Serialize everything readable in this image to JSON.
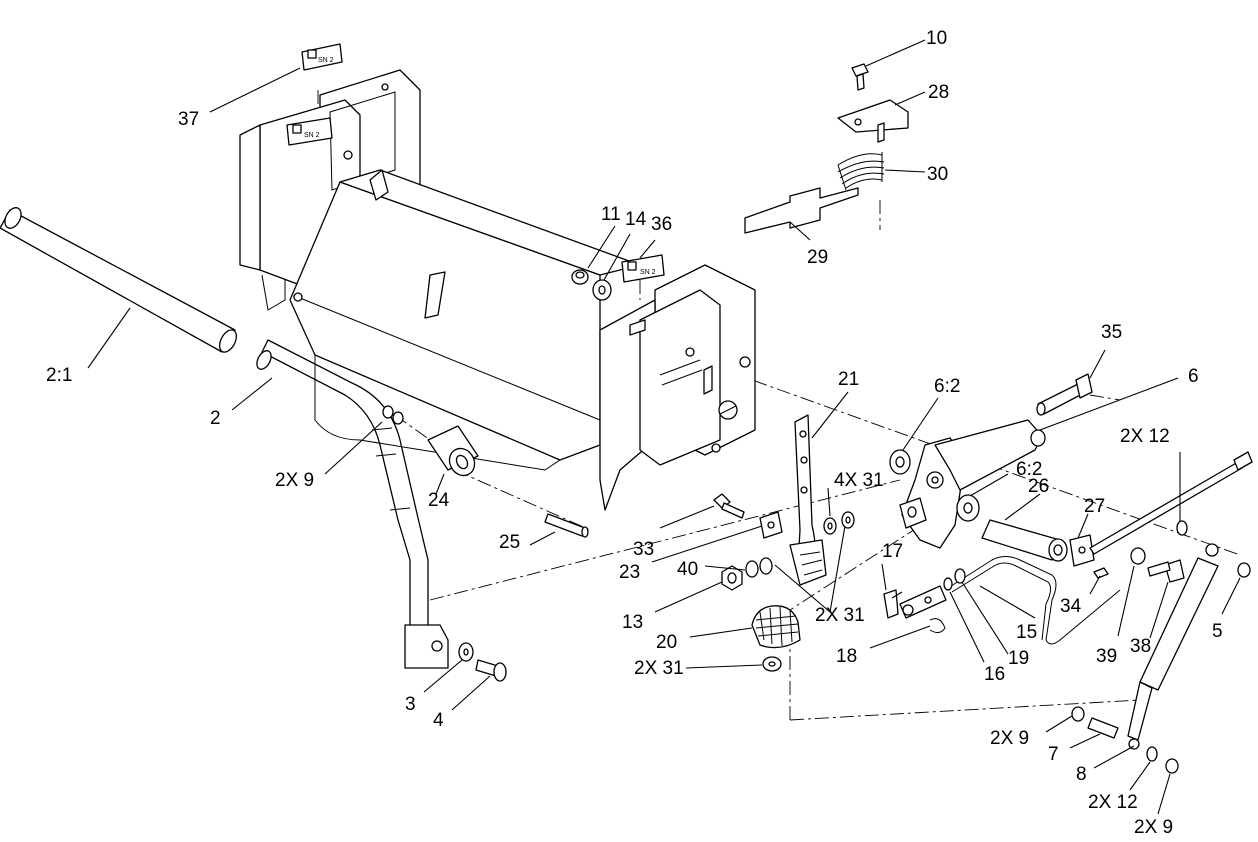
{
  "callouts": [
    {
      "id": "c37",
      "text": "37"
    },
    {
      "id": "c10",
      "text": "10"
    },
    {
      "id": "c28",
      "text": "28"
    },
    {
      "id": "c30",
      "text": "30"
    },
    {
      "id": "c29",
      "text": "29"
    },
    {
      "id": "c11",
      "text": "11"
    },
    {
      "id": "c14",
      "text": "14"
    },
    {
      "id": "c36",
      "text": "36"
    },
    {
      "id": "c35",
      "text": "35"
    },
    {
      "id": "c2_1",
      "text": "2:1"
    },
    {
      "id": "c21",
      "text": "21"
    },
    {
      "id": "c6_2a",
      "text": "6:2"
    },
    {
      "id": "c6",
      "text": "6"
    },
    {
      "id": "c2",
      "text": "2"
    },
    {
      "id": "c2x12a",
      "text": "2X 12"
    },
    {
      "id": "c2x9a",
      "text": "2X 9"
    },
    {
      "id": "c24",
      "text": "24"
    },
    {
      "id": "c4x31",
      "text": "4X 31"
    },
    {
      "id": "c6_2b",
      "text": "6:2"
    },
    {
      "id": "c26",
      "text": "26"
    },
    {
      "id": "c27",
      "text": "27"
    },
    {
      "id": "c25",
      "text": "25"
    },
    {
      "id": "c33",
      "text": "33"
    },
    {
      "id": "c17",
      "text": "17"
    },
    {
      "id": "c23",
      "text": "23"
    },
    {
      "id": "c40",
      "text": "40"
    },
    {
      "id": "c2x31a",
      "text": "2X 31"
    },
    {
      "id": "c34",
      "text": "34"
    },
    {
      "id": "c5",
      "text": "5"
    },
    {
      "id": "c13",
      "text": "13"
    },
    {
      "id": "c15",
      "text": "15"
    },
    {
      "id": "c20",
      "text": "20"
    },
    {
      "id": "c18",
      "text": "18"
    },
    {
      "id": "c19",
      "text": "19"
    },
    {
      "id": "c39",
      "text": "39"
    },
    {
      "id": "c38",
      "text": "38"
    },
    {
      "id": "c2x31b",
      "text": "2X 31"
    },
    {
      "id": "c16",
      "text": "16"
    },
    {
      "id": "c3",
      "text": "3"
    },
    {
      "id": "c4",
      "text": "4"
    },
    {
      "id": "c2x9b",
      "text": "2X 9"
    },
    {
      "id": "c7",
      "text": "7"
    },
    {
      "id": "c8",
      "text": "8"
    },
    {
      "id": "c2x12b",
      "text": "2X 12"
    },
    {
      "id": "c2x9c",
      "text": "2X 9"
    }
  ],
  "decal_text": "SN 2",
  "colors": {
    "line": "#000000",
    "background": "#ffffff"
  }
}
